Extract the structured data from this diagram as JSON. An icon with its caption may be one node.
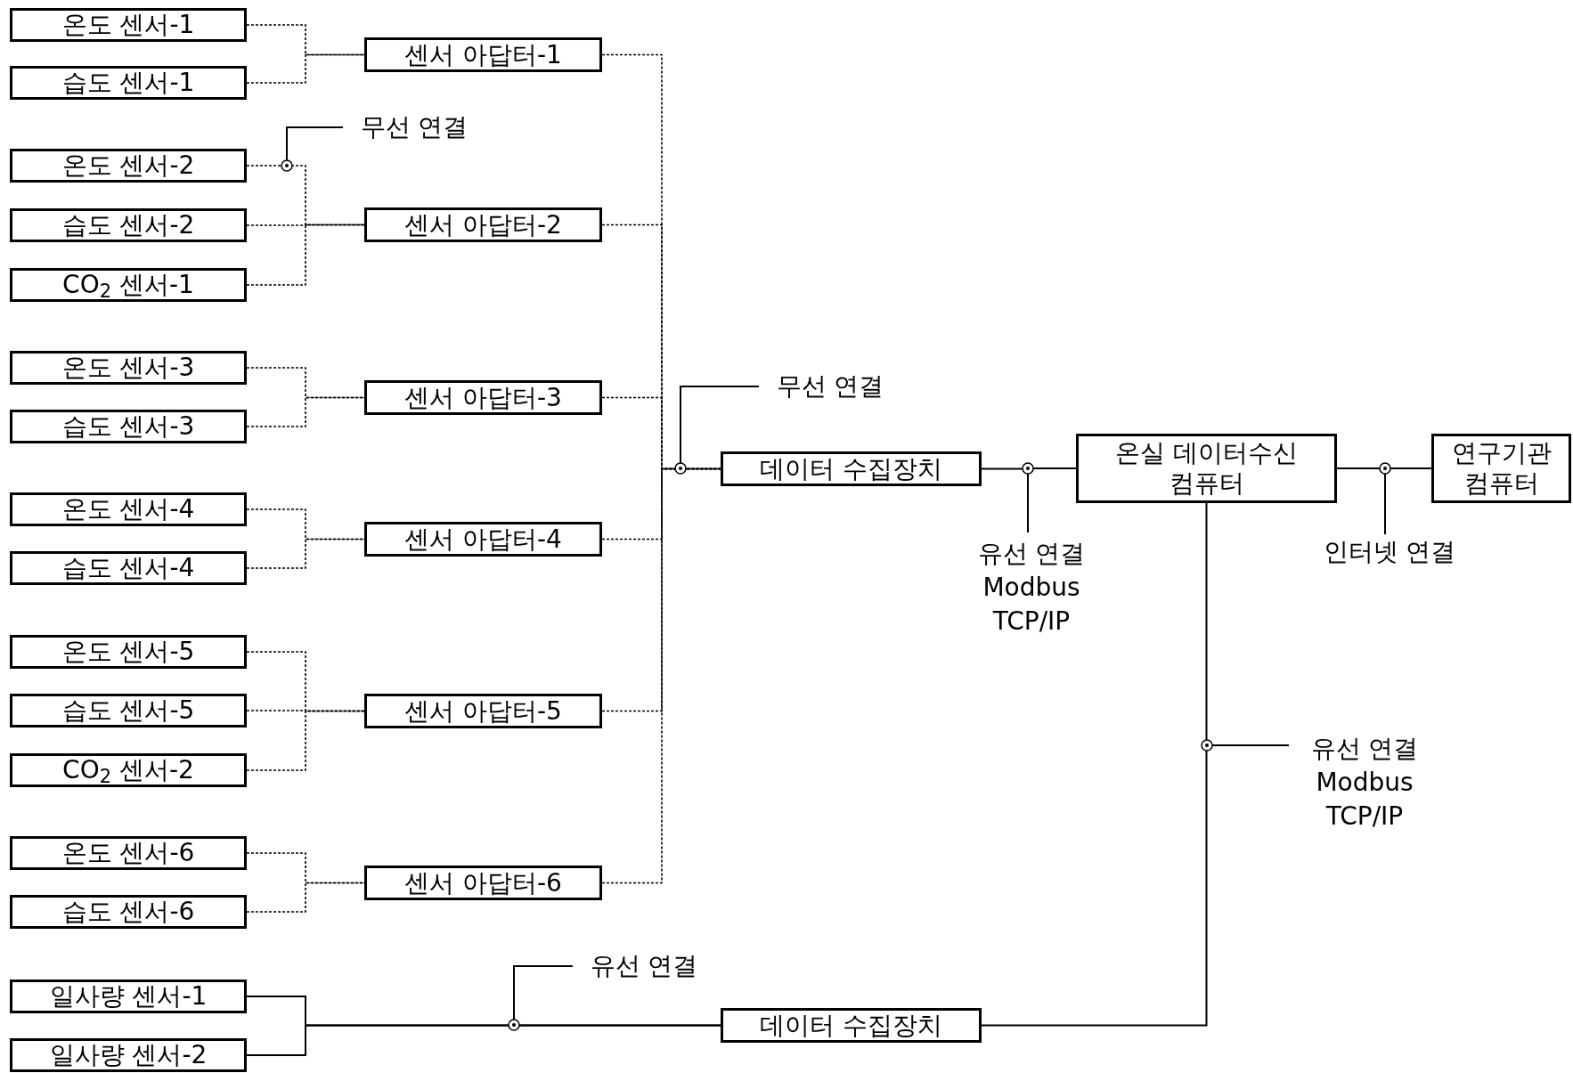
{
  "diagram": {
    "nodes": [
      {
        "text": [
          "온도 센서-1"
        ]
      },
      {
        "text": [
          "습도 센서-1"
        ]
      },
      {
        "text": [
          "센서 아답터-1"
        ]
      },
      {
        "text": [
          "무선 연결"
        ]
      },
      {
        "text": [
          "온도 센서-2"
        ]
      },
      {
        "text": [
          "습도 센서-2"
        ]
      },
      {
        "text": [
          "CO$_{2}$ 센서-1"
        ]
      },
      {
        "text": [
          "센서 아답터-2"
        ]
      },
      {
        "text": [
          "온도 센서-3"
        ]
      },
      {
        "text": [
          "습도 센서-3"
        ]
      },
      {
        "text": [
          "센서 아답터-3"
        ]
      },
      {
        "text": [
          "무선 연결"
        ]
      },
      {
        "text": [
          "데이터 수집장치"
        ]
      },
      {
        "text": [
          "온실 데이터수신 컴퓨터"
        ]
      },
      {
        "text": [
          "연구기관 컴퓨터"
        ]
      },
      {
        "text": [
          "유선 연결 Modbus TCP/IP"
        ]
      },
      {
        "text": [
          "인터넷 연결"
        ]
      },
      {
        "text": [
          "온도 센서-4"
        ]
      },
      {
        "text": [
          "습도 센서-4"
        ]
      },
      {
        "text": [
          "센서 아답터-4"
        ]
      },
      {
        "text": [
          "온도 센서-5"
        ]
      },
      {
        "text": [
          "습도 센서-5"
        ]
      },
      {
        "text": [
          "CO$_{2}$ 센서-2"
        ]
      },
      {
        "text": [
          "센서 아답터-5"
        ]
      },
      {
        "text": [
          "유선 연결 Modbus TCP/IP"
        ]
      },
      {
        "text": [
          "온도 센서-6"
        ]
      },
      {
        "text": [
          "습도 센서-6"
        ]
      },
      {
        "text": [
          "센서 아답터-6"
        ]
      },
      {
        "text": [
          "유선 연결"
        ]
      },
      {
        "text": [
          "일사량 센서-1"
        ]
      },
      {
        "text": [
          "일사량 센서-2"
        ]
      },
      {
        "text": [
          "데이터 수집장치"
        ]
      }
    ],
    "edges": [
      {
        "from": 0,
        "to": 2,
        "arrow": "none",
        "style": "dashed"
      },
      {
        "from": 1,
        "to": 2,
        "arrow": "none",
        "style": "dashed"
      },
      {
        "from": 4,
        "to": 7,
        "arrow": "none",
        "style": "dashed"
      },
      {
        "from": 5,
        "to": 7,
        "arrow": "none",
        "style": "dashed"
      },
      {
        "from": 6,
        "to": 7,
        "arrow": "none",
        "style": "dashed"
      },
      {
        "from": 8,
        "to": 10,
        "arrow": "none",
        "style": "dashed"
      },
      {
        "from": 9,
        "to": 10,
        "arrow": "none",
        "style": "dashed"
      },
      {
        "from": 17,
        "to": 19,
        "arrow": "none",
        "style": "dashed"
      },
      {
        "from": 18,
        "to": 19,
        "arrow": "none",
        "style": "dashed"
      },
      {
        "from": 20,
        "to": 23,
        "arrow": "none",
        "style": "dashed"
      },
      {
        "from": 21,
        "to": 23,
        "arrow": "none",
        "style": "dashed"
      },
      {
        "from": 22,
        "to": 23,
        "arrow": "none",
        "style": "dashed"
      },
      {
        "from": 25,
        "to": 27,
        "arrow": "none",
        "style": "dashed"
      },
      {
        "from": 26,
        "to": 27,
        "arrow": "none",
        "style": "dashed"
      },
      {
        "from": 2,
        "to": 12,
        "arrow": "none",
        "style": "dashed"
      },
      {
        "from": 7,
        "to": 12,
        "arrow": "none",
        "style": "dashed"
      },
      {
        "from": 10,
        "to": 12,
        "arrow": "none",
        "style": "dashed"
      },
      {
        "from": 19,
        "to": 12,
        "arrow": "none",
        "style": "dashed"
      },
      {
        "from": 23,
        "to": 12,
        "arrow": "none",
        "style": "dashed"
      },
      {
        "from": 27,
        "to": 12,
        "arrow": "none",
        "style": "dashed"
      },
      {
        "from": 12,
        "to": 13,
        "arrow": "none"
      },
      {
        "from": 13,
        "to": 14,
        "arrow": "none"
      },
      {
        "from": 13,
        "to": 31,
        "arrow": "none"
      },
      {
        "from": 29,
        "to": 31,
        "arrow": "none"
      },
      {
        "from": 30,
        "to": 31,
        "arrow": "none"
      },
      {
        "from": 3,
        "to": null,
        "arrow": "other"
      },
      {
        "from": 11,
        "to": null,
        "arrow": "other"
      },
      {
        "from": 15,
        "to": null,
        "arrow": "other"
      },
      {
        "from": 16,
        "to": null,
        "arrow": "other"
      },
      {
        "from": 24,
        "to": null,
        "arrow": "other"
      },
      {
        "from": 28,
        "to": null,
        "arrow": "other"
      }
    ]
  }
}
